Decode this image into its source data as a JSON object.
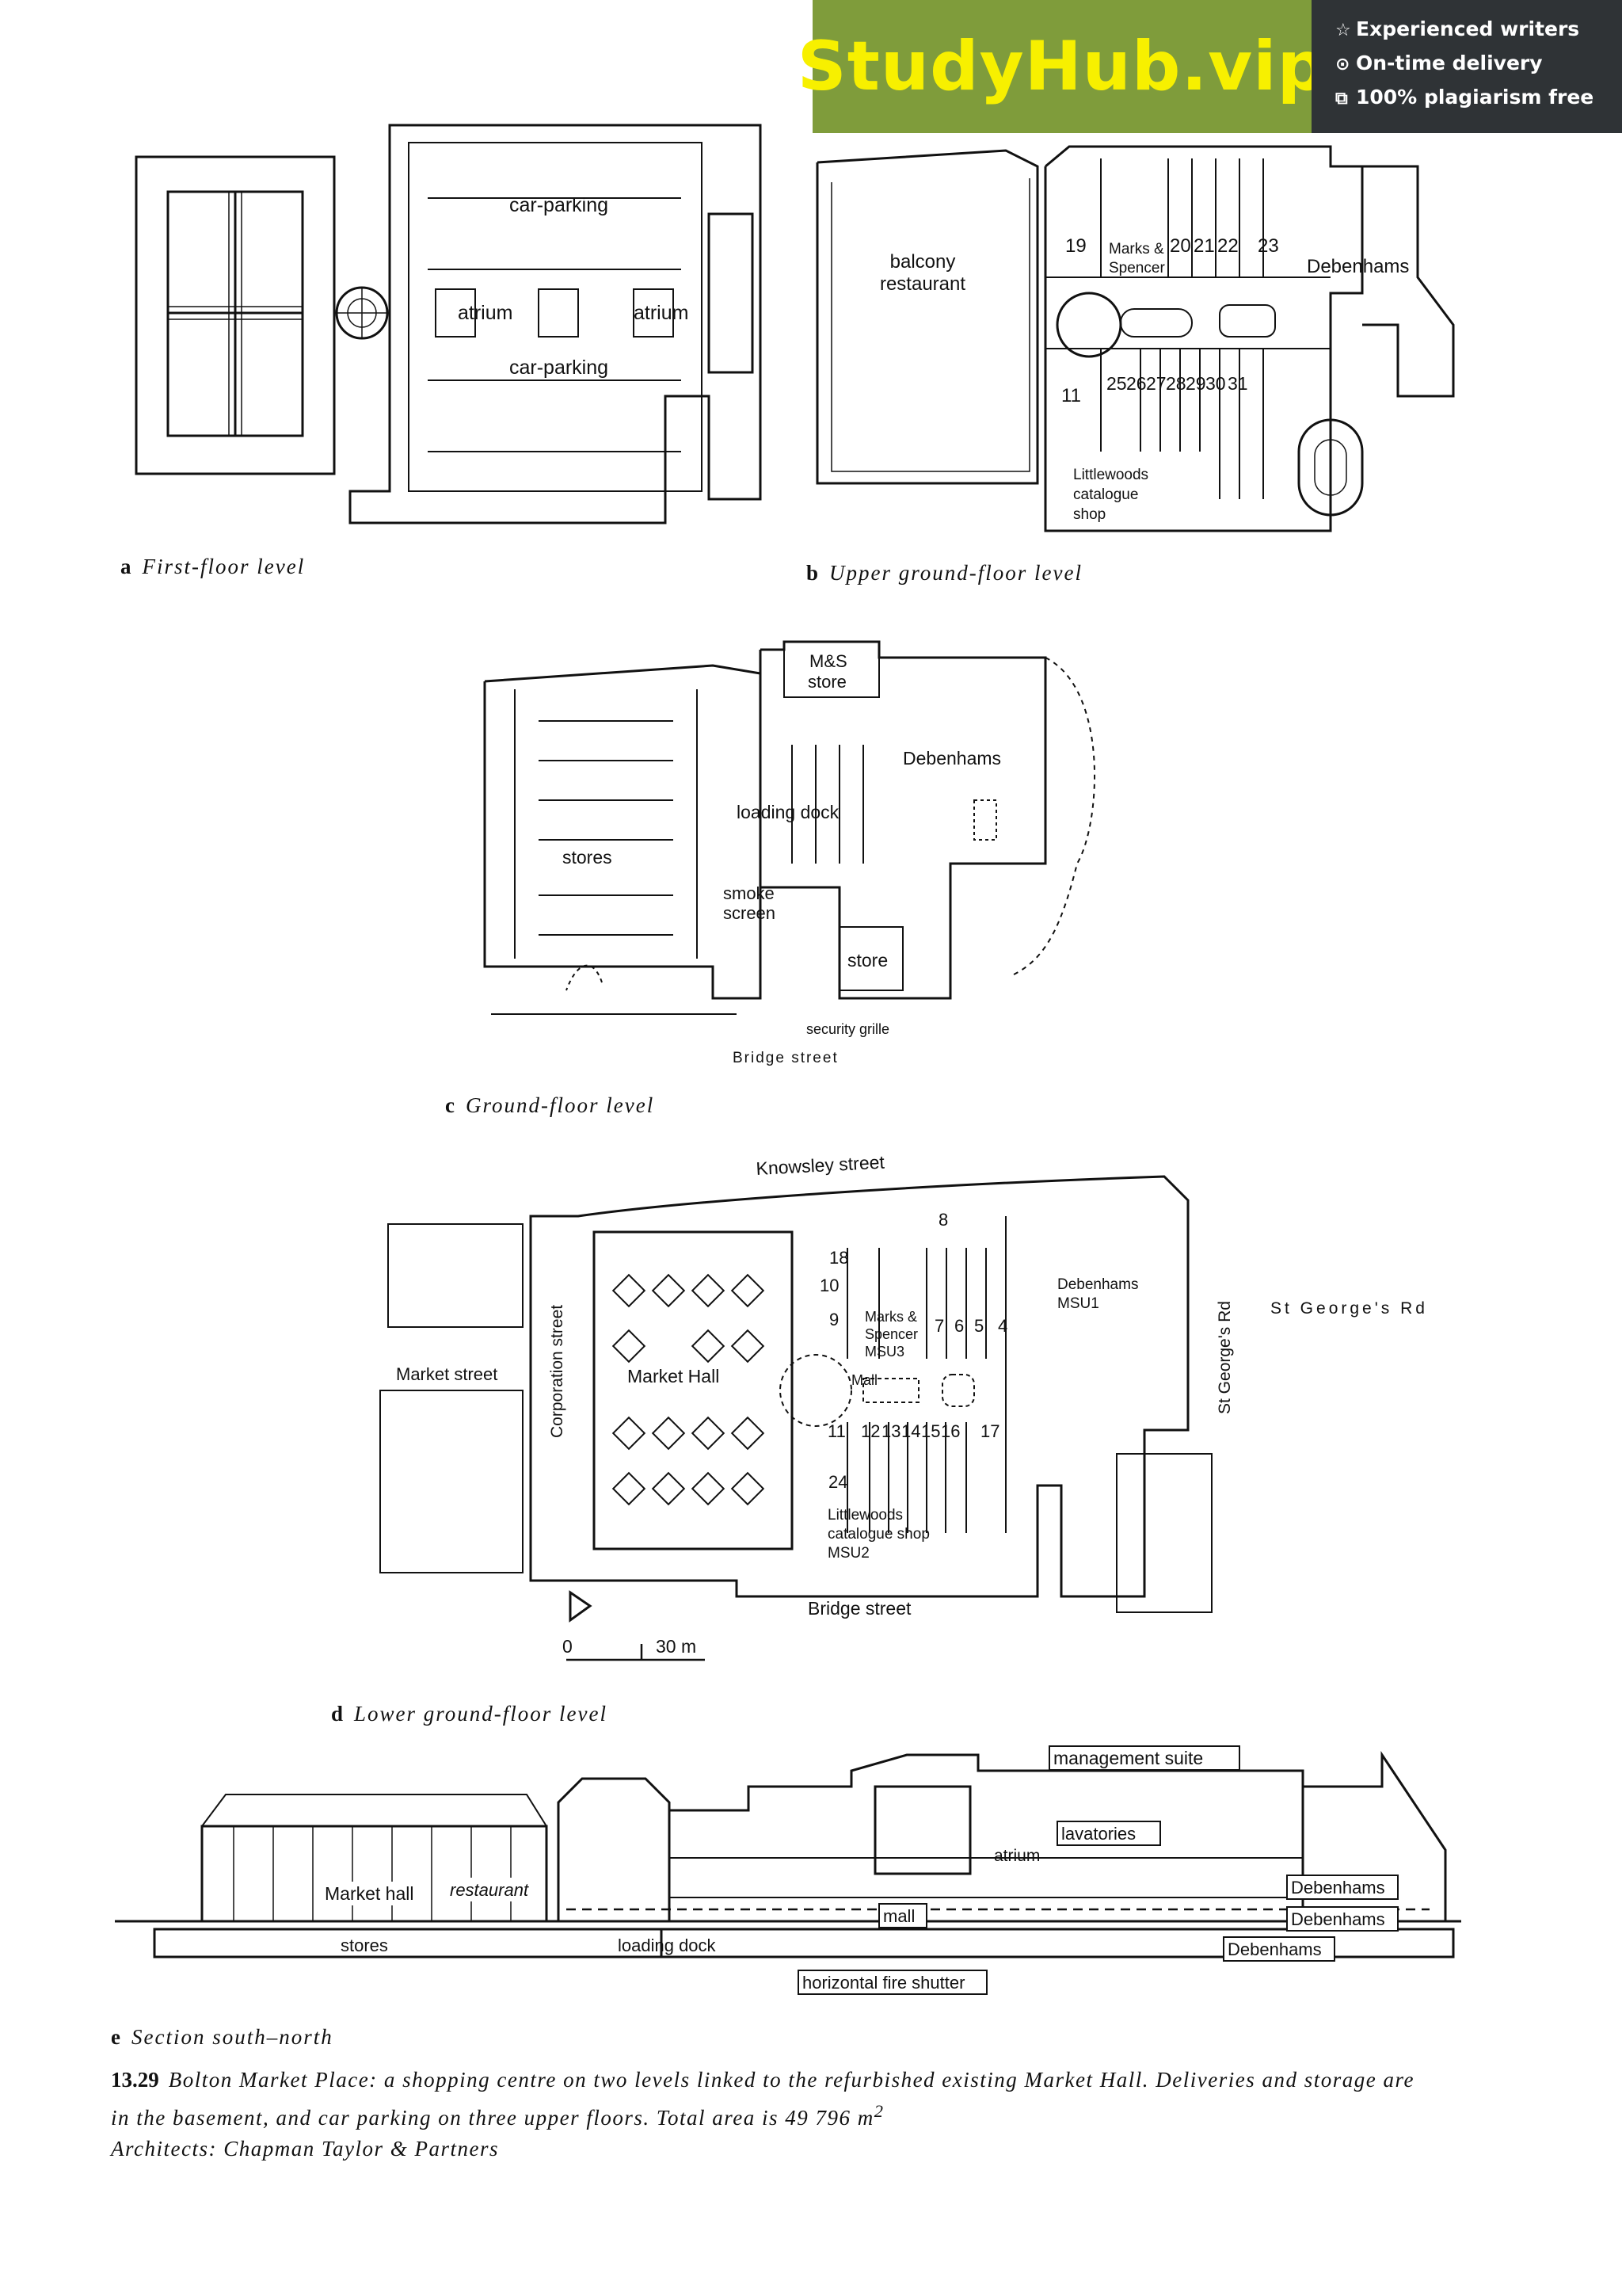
{
  "banner": {
    "logo": "StudyHub.vip",
    "perks": [
      "Experienced writers",
      "On-time delivery",
      "100% plagiarism free"
    ],
    "colors": {
      "logo_bg": "#7f9c3b",
      "logo_text": "#f7f000",
      "panel_bg": "#2f3336"
    }
  },
  "plans": {
    "a": {
      "letter": "a",
      "caption": "First-floor level",
      "labels": [
        "car-parking",
        "atrium",
        "car-parking",
        "atrium"
      ]
    },
    "b": {
      "letter": "b",
      "caption": "Upper ground-floor level",
      "labels": [
        "balcony",
        "restaurant",
        "19",
        "Marks &",
        "Spencer",
        "20",
        "21",
        "22",
        "23",
        "Debenhams",
        "11",
        "25",
        "26",
        "27",
        "28",
        "29",
        "30",
        "31",
        "Littlewoods",
        "catalogue",
        "shop"
      ]
    },
    "c": {
      "letter": "c",
      "caption": "Ground-floor level",
      "labels": [
        "M&S",
        "store",
        "Debenhams",
        "loading dock",
        "stores",
        "smoke",
        "screen",
        "store",
        "security grille",
        "Bridge street"
      ]
    },
    "d": {
      "letter": "d",
      "caption": "Lower ground-floor level",
      "labels": [
        "Knowsley street",
        "8",
        "18",
        "10",
        "9",
        "Marks &",
        "Spencer",
        "MSU3",
        "7",
        "6",
        "5",
        "4",
        "Debenhams",
        "MSU1",
        "St George's Rd",
        "Market street",
        "Corporation street",
        "Market Hall",
        "Mall",
        "11",
        "12",
        "13",
        "14",
        "15",
        "16",
        "17",
        "24",
        "Littlewoods",
        "catalogue shop",
        "MSU2",
        "Bridge street"
      ],
      "scale": {
        "start": "0",
        "end": "30 m"
      }
    },
    "e": {
      "letter": "e",
      "caption": "Section south–north",
      "labels": [
        "management suite",
        "lavatories",
        "atrium",
        "Market hall",
        "restaurant",
        "Debenhams",
        "mall",
        "Debenhams",
        "stores",
        "loading dock",
        "Debenhams",
        "horizontal fire shutter"
      ]
    }
  },
  "side_label": "St George's Rd",
  "figure_caption": {
    "number": "13.29",
    "text": "Bolton Market Place: a shopping centre on two levels linked to the refurbished existing Market Hall. Deliveries and storage are in the basement, and car parking on three upper floors. Total area is 49 796 m",
    "superscript": "2",
    "credit": "Architects: Chapman Taylor & Partners"
  }
}
